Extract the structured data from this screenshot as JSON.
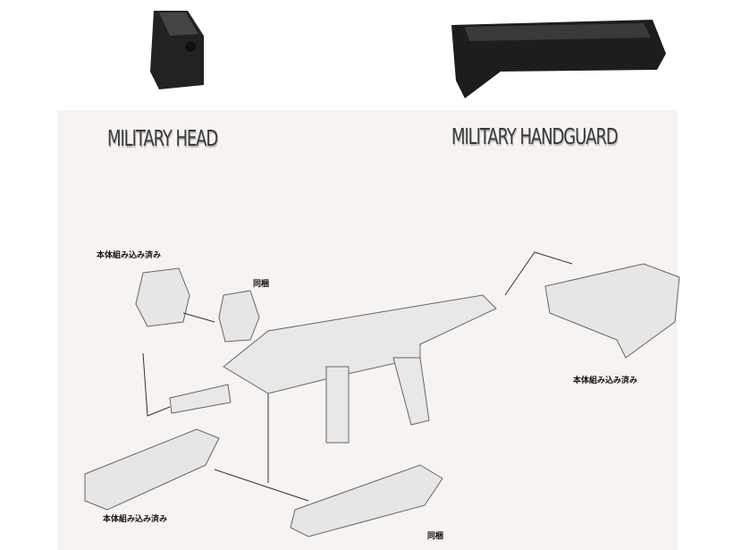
{
  "parts": {
    "head": {
      "title": "MILITARY HEAD"
    },
    "handguard": {
      "title": "MILITARY HANDGUARD"
    }
  },
  "labels": {
    "head_installed": "本体組み込み済み",
    "head_included": "同梱",
    "stock_installed": "本体組み込み済み",
    "handguard_installed": "本体組み込み済み",
    "handguard_included": "同梱"
  }
}
